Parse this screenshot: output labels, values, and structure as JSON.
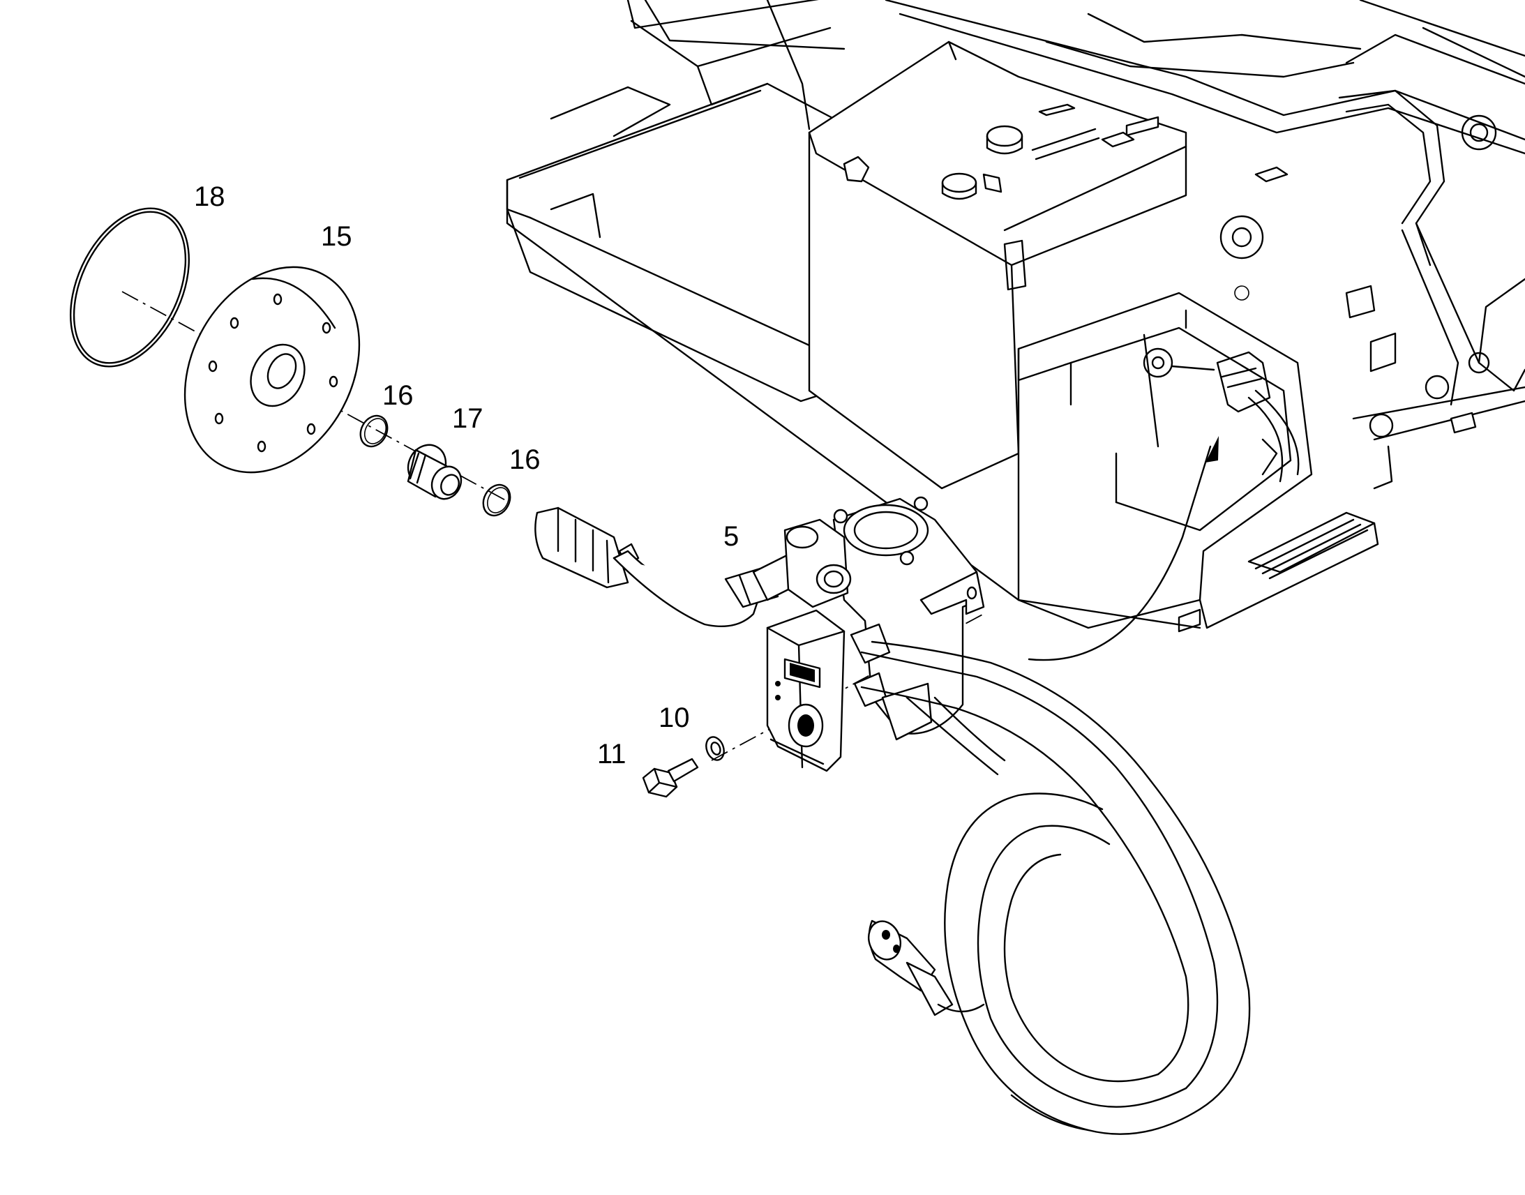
{
  "diagram": {
    "type": "exploded parts diagram",
    "callouts": {
      "c18": "18",
      "c15": "15",
      "c16a": "16",
      "c17": "17",
      "c16b": "16",
      "c5": "5",
      "c10": "10",
      "c11": "11"
    }
  },
  "colors": {
    "line": "#000000",
    "background": "#ffffff"
  }
}
